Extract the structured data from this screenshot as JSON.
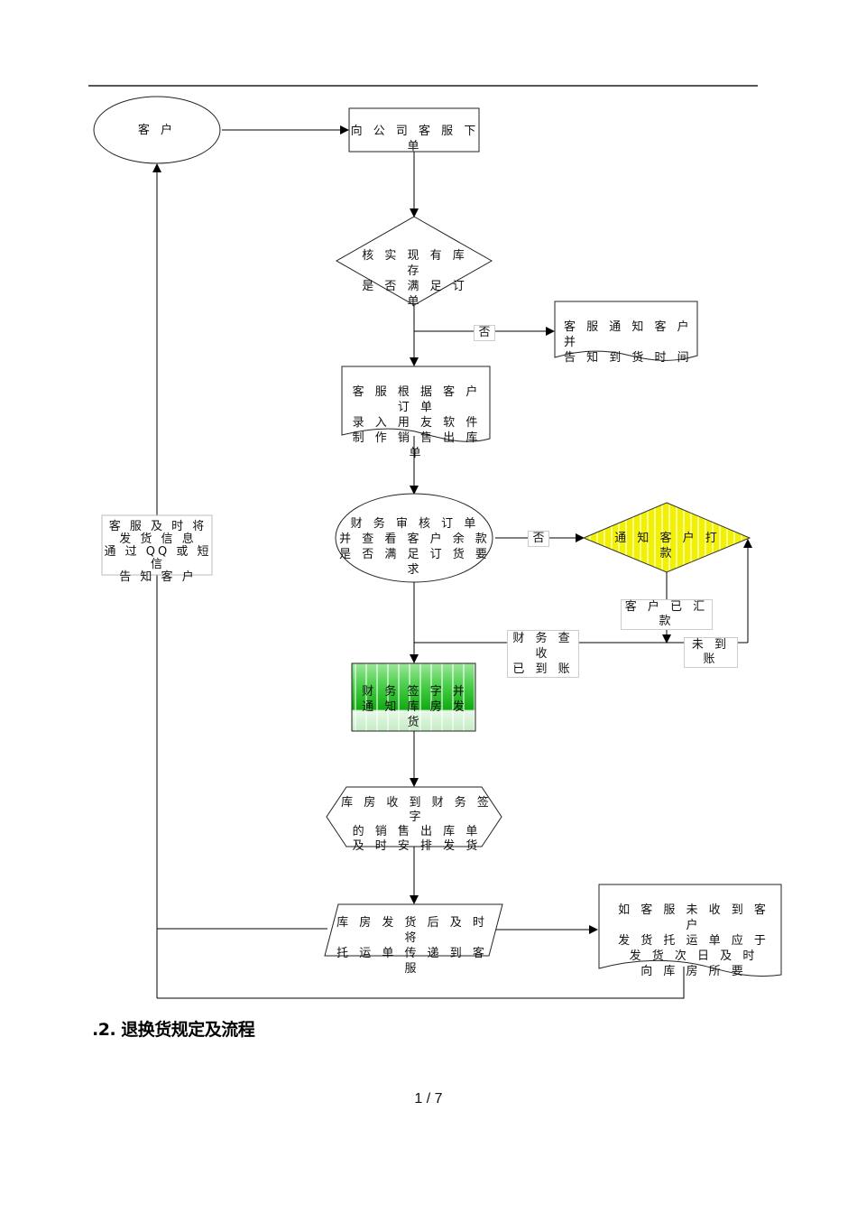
{
  "diagram": {
    "nodes": {
      "customer": "客 户",
      "place_order": "向 公 司 客 服 下 单",
      "check_stock": "核 实 现 有 库 存\n是 否 满 足 订 单",
      "notify_delivery_time": "客 服 通 知 客 户 并\n告 知 到 货 时 间",
      "enter_order": "客 服 根 据 客 户 订 单\n录 入 用 友 软 件\n制 作 销 售 出 库 单",
      "finance_review": "财 务 审 核 订 单\n并 查 看 客 户 余 款\n是 否 满 足 订 货 要 求",
      "notify_payment": "通 知 客 户 打 款",
      "finance_sign": "财 务 签 字 并\n通 知 库 房 发 货",
      "warehouse_ship": "库 房 收 到 财 务 签 字\n的 销 售 出 库 单\n及 时 安 排 发 货",
      "send_waybill": "库 房 发 货 后 及 时 将\n托 运 单 传 递 到 客 服",
      "request_waybill": "如 客 服 未 收 到 客 户\n发 货 托 运 单 应 于\n发 货 次 日 及 时\n向 库 房 所 要",
      "inform_customer": "客 服 及 时 将\n发 货 信 息\n通 过 QQ 或 短 信\n告 知 客 户"
    },
    "edge_labels": {
      "stock_no": "否",
      "balance_no": "否",
      "customer_paid": "客 户 已 汇 款",
      "finance_received": "财 务 查 收\n已 到 账",
      "not_received": "未 到 账"
    },
    "colors": {
      "decision_highlight": "#ffff33",
      "approval_green": "#22bb22",
      "line": "#000000"
    }
  },
  "section_title": ".2.  退换货规定及流程",
  "page_number": "1 / 7"
}
